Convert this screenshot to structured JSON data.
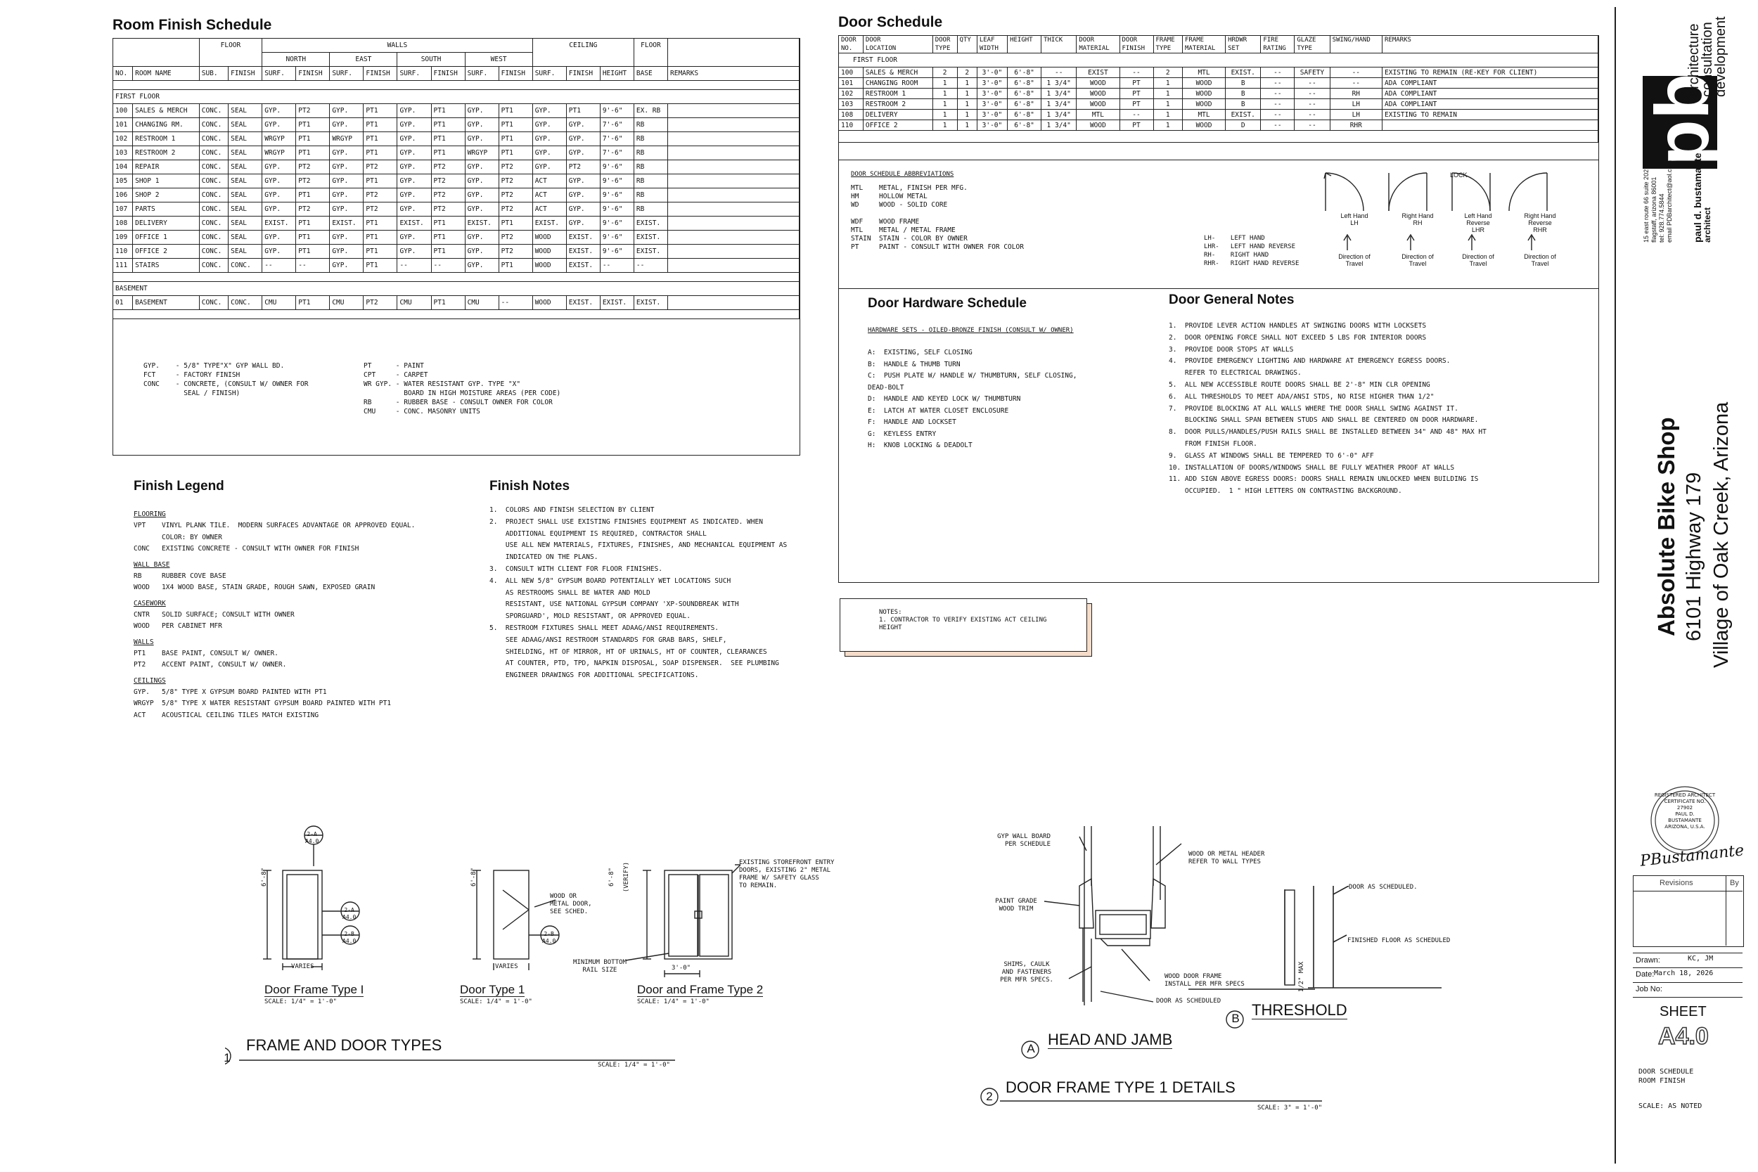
{
  "room_finish": {
    "title": "Room Finish Schedule",
    "group_headers": {
      "floor": "FLOOR",
      "walls": "WALLS",
      "north": "NORTH",
      "east": "EAST",
      "south": "SOUTH",
      "west": "WEST",
      "ceiling": "CEILING",
      "floor2": "FLOOR"
    },
    "col_headers": [
      "NO.",
      "ROOM NAME",
      "SUB.",
      "FINISH",
      "SURF.",
      "FINISH",
      "SURF.",
      "FINISH",
      "SURF.",
      "FINISH",
      "SURF.",
      "FINISH",
      "SURF.",
      "FINISH",
      "HEIGHT",
      "BASE",
      "REMARKS"
    ],
    "first_floor_label": "FIRST FLOOR",
    "rows": [
      [
        "100",
        "SALES & MERCH",
        "CONC.",
        "SEAL",
        "GYP.",
        "PT2",
        "GYP.",
        "PT1",
        "GYP.",
        "PT1",
        "GYP.",
        "PT1",
        "GYP.",
        "PT1",
        "9'-6\"",
        "EX. RB",
        ""
      ],
      [
        "101",
        "CHANGING RM.",
        "CONC.",
        "SEAL",
        "GYP.",
        "PT1",
        "GYP.",
        "PT1",
        "GYP.",
        "PT1",
        "GYP.",
        "PT1",
        "GYP.",
        "GYP.",
        "7'-6\"",
        "RB",
        ""
      ],
      [
        "102",
        "RESTROOM 1",
        "CONC.",
        "SEAL",
        "WRGYP",
        "PT1",
        "WRGYP",
        "PT1",
        "GYP.",
        "PT1",
        "GYP.",
        "PT1",
        "GYP.",
        "GYP.",
        "7'-6\"",
        "RB",
        ""
      ],
      [
        "103",
        "RESTROOM 2",
        "CONC.",
        "SEAL",
        "WRGYP",
        "PT1",
        "GYP.",
        "PT1",
        "GYP.",
        "PT1",
        "WRGYP",
        "PT1",
        "GYP.",
        "GYP.",
        "7'-6\"",
        "RB",
        ""
      ],
      [
        "104",
        "REPAIR",
        "CONC.",
        "SEAL",
        "GYP.",
        "PT2",
        "GYP.",
        "PT2",
        "GYP.",
        "PT2",
        "GYP.",
        "PT2",
        "GYP.",
        "PT2",
        "9'-6\"",
        "RB",
        ""
      ],
      [
        "105",
        "SHOP 1",
        "CONC.",
        "SEAL",
        "GYP.",
        "PT2",
        "GYP.",
        "PT1",
        "GYP.",
        "PT2",
        "GYP.",
        "PT2",
        "ACT",
        "GYP.",
        "9'-6\"",
        "RB",
        ""
      ],
      [
        "106",
        "SHOP 2",
        "CONC.",
        "SEAL",
        "GYP.",
        "PT1",
        "GYP.",
        "PT2",
        "GYP.",
        "PT2",
        "GYP.",
        "PT2",
        "ACT",
        "GYP.",
        "9'-6\"",
        "RB",
        ""
      ],
      [
        "107",
        "PARTS",
        "CONC.",
        "SEAL",
        "GYP.",
        "PT2",
        "GYP.",
        "PT2",
        "GYP.",
        "PT2",
        "GYP.",
        "PT2",
        "ACT",
        "GYP.",
        "9'-6\"",
        "RB",
        ""
      ],
      [
        "108",
        "DELIVERY",
        "CONC.",
        "SEAL",
        "EXIST.",
        "PT1",
        "EXIST.",
        "PT1",
        "EXIST.",
        "PT1",
        "EXIST.",
        "PT1",
        "EXIST.",
        "GYP.",
        "9'-6\"",
        "EXIST.",
        ""
      ],
      [
        "109",
        "OFFICE 1",
        "CONC.",
        "SEAL",
        "GYP.",
        "PT1",
        "GYP.",
        "PT1",
        "GYP.",
        "PT1",
        "GYP.",
        "PT2",
        "WOOD",
        "EXIST.",
        "9'-6\"",
        "EXIST.",
        ""
      ],
      [
        "110",
        "OFFICE 2",
        "CONC.",
        "SEAL",
        "GYP.",
        "PT1",
        "GYP.",
        "PT1",
        "GYP.",
        "PT1",
        "GYP.",
        "PT2",
        "WOOD",
        "EXIST.",
        "9'-6\"",
        "EXIST.",
        ""
      ],
      [
        "111",
        "STAIRS",
        "CONC.",
        "CONC.",
        "--",
        "--",
        "GYP.",
        "PT1",
        "--",
        "--",
        "GYP.",
        "PT1",
        "WOOD",
        "EXIST.",
        "--",
        "--",
        ""
      ]
    ],
    "basement_label": "BASEMENT",
    "basement_rows": [
      [
        "01",
        "BASEMENT",
        "CONC.",
        "CONC.",
        "CMU",
        "PT1",
        "CMU",
        "PT2",
        "CMU",
        "PT1",
        "CMU",
        "--",
        "WOOD",
        "EXIST.",
        "EXIST.",
        "EXIST.",
        ""
      ]
    ],
    "abbrev_left": [
      "GYP.    - 5/8\" TYPE\"X\" GYP WALL BD.",
      "FCT     - FACTORY FINISH",
      "CONC    - CONCRETE, (CONSULT W/ OWNER FOR",
      "          SEAL / FINISH)"
    ],
    "abbrev_right": [
      "PT      - PAINT",
      "CPT     - CARPET",
      "WR GYP. - WATER RESISTANT GYP. TYPE \"X\"",
      "          BOARD IN HIGH MOISTURE AREAS (PER CODE)",
      "RB      - RUBBER BASE - CONSULT OWNER FOR COLOR",
      "CMU     - CONC. MASONRY UNITS"
    ]
  },
  "door_schedule": {
    "title": "Door Schedule",
    "headers": [
      [
        "DOOR",
        "NO."
      ],
      [
        "DOOR",
        "LOCATION"
      ],
      [
        "DOOR",
        "TYPE"
      ],
      [
        "QTY",
        ""
      ],
      [
        "LEAF",
        "WIDTH"
      ],
      [
        "HEIGHT",
        ""
      ],
      [
        "THICK",
        ""
      ],
      [
        "DOOR",
        "MATERIAL"
      ],
      [
        "DOOR",
        "FINISH"
      ],
      [
        "FRAME",
        "TYPE"
      ],
      [
        "FRAME",
        "MATERIAL"
      ],
      [
        "HRDWR",
        "SET"
      ],
      [
        "FIRE",
        "RATING"
      ],
      [
        "GLAZE",
        "TYPE"
      ],
      [
        "SWING/HAND",
        ""
      ],
      [
        "REMARKS",
        ""
      ]
    ],
    "first_floor_label": "FIRST FLOOR",
    "rows": [
      [
        "100",
        "SALES & MERCH",
        "2",
        "2",
        "3'-0\"",
        "6'-8\"",
        "--",
        "EXIST",
        "--",
        "2",
        "MTL",
        "EXIST.",
        "--",
        "SAFETY",
        "--",
        "EXISTING TO REMAIN (RE-KEY FOR CLIENT)"
      ],
      [
        "101",
        "CHANGING ROOM",
        "1",
        "1",
        "3'-0\"",
        "6'-8\"",
        "1 3/4\"",
        "WOOD",
        "PT",
        "1",
        "WOOD",
        "B",
        "--",
        "--",
        "--",
        "ADA COMPLIANT"
      ],
      [
        "102",
        "RESTROOM 1",
        "1",
        "1",
        "3'-0\"",
        "6'-8\"",
        "1 3/4\"",
        "WOOD",
        "PT",
        "1",
        "WOOD",
        "B",
        "--",
        "--",
        "RH",
        "ADA COMPLIANT"
      ],
      [
        "103",
        "RESTROOM 2",
        "1",
        "1",
        "3'-0\"",
        "6'-8\"",
        "1 3/4\"",
        "WOOD",
        "PT",
        "1",
        "WOOD",
        "B",
        "--",
        "--",
        "LH",
        "ADA COMPLIANT"
      ],
      [
        "108",
        "DELIVERY",
        "1",
        "1",
        "3'-0\"",
        "6'-8\"",
        "1 3/4\"",
        "MTL",
        "--",
        "1",
        "MTL",
        "EXIST.",
        "--",
        "--",
        "LH",
        "EXISTING TO REMAIN"
      ],
      [
        "110",
        "OFFICE 2",
        "1",
        "1",
        "3'-0\"",
        "6'-8\"",
        "1 3/4\"",
        "WOOD",
        "PT",
        "1",
        "WOOD",
        "D",
        "--",
        "--",
        "RHR",
        ""
      ]
    ],
    "abbrev_title": "DOOR SCHEDULE ABBREVIATIONS",
    "abbrev": [
      "MTL    METAL, FINISH PER MFG.",
      "HM     HOLLOW METAL",
      "WD     WOOD - SOLID CORE",
      "",
      "WDF    WOOD FRAME",
      "MTL    METAL / METAL FRAME",
      "STAIN  STAIN - COLOR BY OWNER",
      "PT     PAINT - CONSULT WITH OWNER FOR COLOR"
    ],
    "hand_labels": [
      [
        "Left Hand",
        "LH"
      ],
      [
        "Right Hand",
        "RH"
      ],
      [
        "Left Hand",
        "Reverse",
        "LHR"
      ],
      [
        "Right Hand",
        "Reverse",
        "RHR"
      ]
    ],
    "lock_label": "LOCK",
    "direction_label": [
      "Direction of",
      "Travel"
    ],
    "hand_key": [
      "LH-    LEFT HAND",
      "LHR-   LEFT HAND REVERSE",
      "RH-    RIGHT HAND",
      "RHR-   RIGHT HAND REVERSE"
    ]
  },
  "door_hardware": {
    "title": "Door Hardware Schedule",
    "subtitle": "HARDWARE SETS - OILED-BRONZE FINISH (CONSULT W/ OWNER)",
    "items": [
      "A:  EXISTING, SELF CLOSING",
      "B:  HANDLE & THUMB TURN",
      "C:  PUSH PLATE W/ HANDLE W/ THUMBTURN, SELF CLOSING,",
      "DEAD-BOLT",
      "D:  HANDLE AND KEYED LOCK W/ THUMBTURN",
      "E:  LATCH AT WATER CLOSET ENCLOSURE",
      "F:  HANDLE AND LOCKSET",
      "G:  KEYLESS ENTRY",
      "H:  KNOB LOCKING & DEADOLT"
    ]
  },
  "door_notes": {
    "title": "Door General Notes",
    "items": [
      "1.  PROVIDE LEVER ACTION HANDLES AT SWINGING DOORS WITH LOCKSETS",
      "2.  DOOR OPENING FORCE SHALL NOT EXCEED 5 LBS FOR INTERIOR DOORS",
      "3.  PROVIDE DOOR STOPS AT WALLS",
      "4.  PROVIDE EMERGENCY LIGHTING AND HARDWARE AT EMERGENCY EGRESS DOORS.",
      "    REFER TO ELECTRICAL DRAWINGS.",
      "5.  ALL NEW ACCESSIBLE ROUTE DOORS SHALL BE 2'-8\" MIN CLR OPENING",
      "6.  ALL THRESHOLDS TO MEET ADA/ANSI STDS, NO RISE HIGHER THAN 1/2\"",
      "7.  PROVIDE BLOCKING AT ALL WALLS WHERE THE DOOR SHALL SWING AGAINST IT.",
      "    BLOCKING SHALL SPAN BETWEEN STUDS AND SHALL BE CENTERED ON DOOR HARDWARE.",
      "8.  DOOR PULLS/HANDLES/PUSH RAILS SHALL BE INSTALLED BETWEEN 34\" AND 48\" MAX HT",
      "    FROM FINISH FLOOR.",
      "9.  GLASS AT WINDOWS SHALL BE TEMPERED TO 6'-0\" AFF",
      "10. INSTALLATION OF DOORS/WINDOWS SHALL BE FULLY WEATHER PROOF AT WALLS",
      "11. ADD SIGN ABOVE EGRESS DOORS: DOORS SHALL REMAIN UNLOCKED WHEN BUILDING IS",
      "    OCCUPIED.  1 \" HIGH LETTERS ON CONTRASTING BACKGROUND."
    ]
  },
  "callout_note": [
    "NOTES:",
    "1. CONTRACTOR TO VERIFY EXISTING ACT CEILING",
    "HEIGHT"
  ],
  "finish_legend": {
    "title": "Finish Legend",
    "sections": [
      {
        "head": "FLOORING",
        "lines": [
          "VPT    VINYL PLANK TILE.  MODERN SURFACES ADVANTAGE OR APPROVED EQUAL.",
          "       COLOR: BY OWNER",
          "CONC   EXISTING CONCRETE - CONSULT WITH OWNER FOR FINISH"
        ]
      },
      {
        "head": "WALL BASE",
        "lines": [
          "RB     RUBBER COVE BASE",
          "WOOD   1X4 WOOD BASE, STAIN GRADE, ROUGH SAWN, EXPOSED GRAIN"
        ]
      },
      {
        "head": "CASEWORK",
        "lines": [
          "CNTR   SOLID SURFACE; CONSULT WITH OWNER",
          "WOOD   PER CABINET MFR"
        ]
      },
      {
        "head": "WALLS",
        "lines": [
          "PT1    BASE PAINT, CONSULT W/ OWNER.",
          "PT2    ACCENT PAINT, CONSULT W/ OWNER."
        ]
      },
      {
        "head": "CEILINGS",
        "lines": [
          "GYP.   5/8\" TYPE X GYPSUM BOARD PAINTED WITH PT1",
          "WRGYP  5/8\" TYPE X WATER RESISTANT GYPSUM BOARD PAINTED WITH PT1",
          "ACT    ACOUSTICAL CEILING TILES MATCH EXISTING"
        ]
      }
    ]
  },
  "finish_notes": {
    "title": "Finish Notes",
    "items": [
      "1.  COLORS AND FINISH SELECTION BY CLIENT",
      "2.  PROJECT SHALL USE EXISTING FINISHES EQUIPMENT AS INDICATED. WHEN",
      "    ADDITIONAL EQUIPMENT IS REQUIRED, CONTRACTOR SHALL",
      "    USE ALL NEW MATERIALS, FIXTURES, FINISHES, AND MECHANICAL EQUIPMENT AS",
      "    INDICATED ON THE PLANS.",
      "3.  CONSULT WITH CLIENT FOR FLOOR FINISHES.",
      "4.  ALL NEW 5/8\" GYPSUM BOARD POTENTIALLY WET LOCATIONS SUCH",
      "    AS RESTROOMS SHALL BE WATER AND MOLD",
      "    RESISTANT, USE NATIONAL GYPSUM COMPANY 'XP-SOUNDBREAK WITH",
      "    SPORGUARD', MOLD RESISTANT, OR APPROVED EQUAL.",
      "5.  RESTROOM FIXTURES SHALL MEET ADAAG/ANSI REQUIREMENTS.",
      "    SEE ADAAG/ANSI RESTROOM STANDARDS FOR GRAB BARS, SHELF,",
      "    SHIELDING, HT OF MIRROR, HT OF URINALS, HT OF COUNTER, CLEARANCES",
      "    AT COUNTER, PTD, TPD, NAPKIN DISPOSAL, SOAP DISPENSER.  SEE PLUMBING",
      "    ENGINEER DRAWINGS FOR ADDITIONAL SPECIFICATIONS."
    ]
  },
  "details": {
    "frame_types_title": "FRAME AND DOOR TYPES",
    "frame_types_num": "1",
    "frame_types_scale": "SCALE:  1/4\" = 1'-0\"",
    "dft1": "Door Frame Type I",
    "dt1": "Door Type 1",
    "dft2": "Door and Frame Type 2",
    "scale_small": "SCALE: 1/4\" = 1'-0\"",
    "varies": "VARIES",
    "h68": "6'-8\"",
    "w30": "3'-0\"",
    "tag_2a": [
      "2-A",
      "A4.0"
    ],
    "tag_2b": [
      "2-B",
      "A4.0"
    ],
    "wood_metal_door": [
      "WOOD OR",
      "METAL DOOR,",
      "SEE SCHED."
    ],
    "storefront_note": [
      "EXISTING STOREFRONT ENTRY",
      "DOORS, EXISTING 2\" METAL",
      "FRAME W/ SAFETY GLASS",
      "TO REMAIN."
    ],
    "min_bottom": [
      "MINIMUM BOTTOM",
      "RAIL SIZE"
    ],
    "verify": "(VERIFY)",
    "jamb_title": "HEAD AND JAMB",
    "jamb_letter": "A",
    "threshold_title": "THRESHOLD",
    "threshold_letter": "B",
    "dft1_details_title": "DOOR FRAME TYPE 1 DETAILS",
    "dft1_details_num": "2",
    "scale_3": "SCALE:  3\" = 1'-0\"",
    "gyp_wall": [
      "GYP WALL BOARD",
      "PER SCHEDULE"
    ],
    "wood_header": [
      "WOOD OR METAL HEADER",
      "REFER TO WALL TYPES"
    ],
    "paint_grade": [
      "PAINT GRADE",
      "WOOD TRIM"
    ],
    "shims": [
      "SHIMS, CAULK",
      "AND FASTENERS",
      "PER MFR SPECS."
    ],
    "wood_frame": [
      "WOOD DOOR FRAME",
      "INSTALL PER MFR SPECS"
    ],
    "door_sched": "DOOR AS SCHEDULED",
    "door_sched2": "DOOR AS SCHEDULED.",
    "finished_floor": "FINISHED FLOOR AS SCHEDULED",
    "max": "1/2\" MAX"
  },
  "title_block": {
    "logo": "pb",
    "logo_words": [
      "architecture",
      "consultation",
      "development"
    ],
    "architect_name": "paul d. bustamante",
    "architect_role": "architect",
    "address": [
      "15 east route 66 suite 202",
      "flagstaff, arizona 86001",
      "tel: 928.774.5844",
      "email PDBarchitect@aol.com"
    ],
    "project": [
      "Absolute Bike Shop",
      "6101 Highway 179",
      "Village of Oak Creek, Arizona"
    ],
    "seal_text": [
      "REGISTERED ARCHITECT",
      "CERTIFICATE NO.",
      "27902",
      "PAUL D.",
      "BUSTAMANTE",
      "ARIZONA, U.S.A."
    ],
    "signature": "PBustamante",
    "revisions_label": "Revisions",
    "by_label": "By",
    "drawn_label": "Drawn:",
    "drawn_value": "KC, JM",
    "date_label": "Date:",
    "date_value": "March 18, 2026",
    "job_label": "Job No:",
    "sheet_label": "SHEET",
    "sheet_number": "A4.0",
    "sheet_desc": [
      "DOOR SCHEDULE",
      "ROOM FINISH"
    ],
    "scale_text": "SCALE:  AS NOTED"
  }
}
